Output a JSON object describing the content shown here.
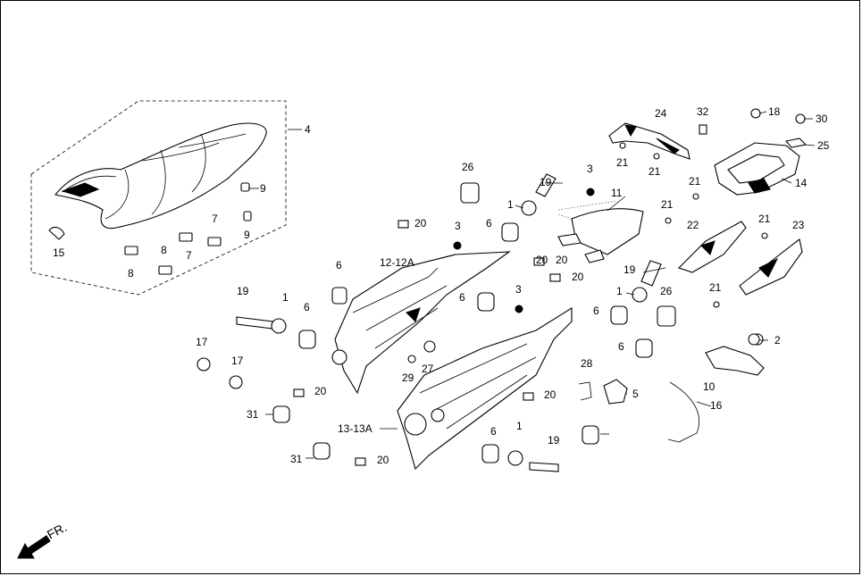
{
  "diagram": {
    "labels": [
      "1",
      "1",
      "1",
      "1",
      "2",
      "3",
      "3",
      "3",
      "4",
      "5",
      "6",
      "6",
      "6",
      "6",
      "6",
      "6",
      "6",
      "7",
      "7",
      "8",
      "8",
      "9",
      "9",
      "10",
      "11",
      "12-12A",
      "13-13A",
      "14",
      "15",
      "16",
      "17",
      "17",
      "18",
      "19",
      "19",
      "19",
      "19",
      "20",
      "20",
      "20",
      "20",
      "20",
      "20",
      "20",
      "21",
      "21",
      "21",
      "21",
      "21",
      "21",
      "22",
      "23",
      "24",
      "25",
      "26",
      "26",
      "27",
      "28",
      "29",
      "30",
      "31",
      "31",
      "32"
    ],
    "direction": "FR."
  }
}
